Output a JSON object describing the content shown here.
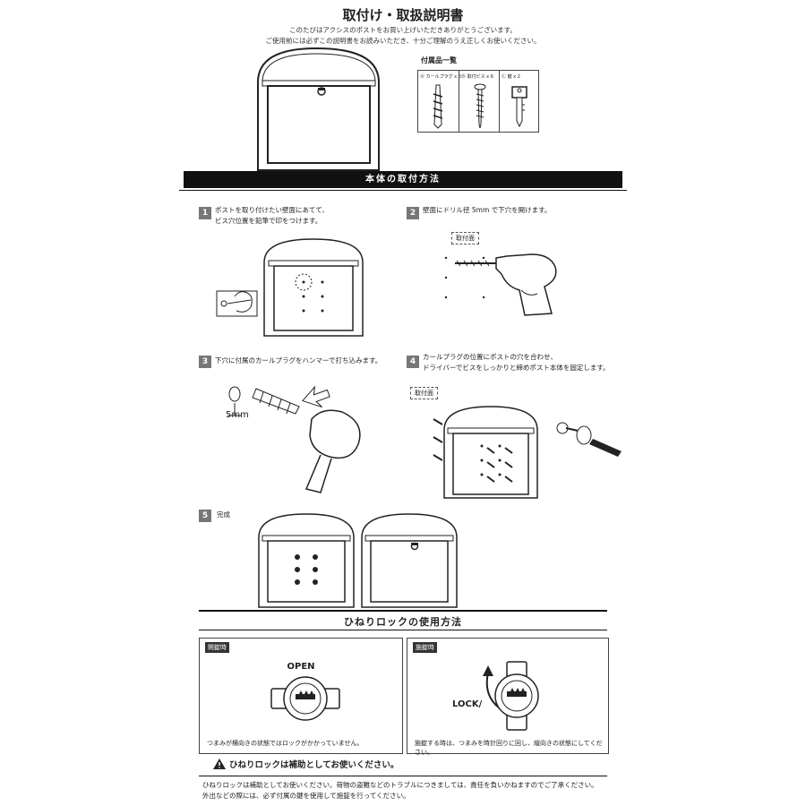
{
  "title": "取付け・取扱説明書",
  "intro": [
    "このたびはアクシスのポストをお買い上げいただきありがとうございます。",
    "ご使用前には必ずこの説明書をお読みいただき、十分ご理解のうえ正しくお使いください。"
  ],
  "parts": {
    "title": "付属品一覧",
    "items": [
      {
        "label": "Ⓐ カールプラグ x 6",
        "icon": "wall-plug-icon"
      },
      {
        "label": "Ⓑ 取付ビス x 6",
        "icon": "screw-icon"
      },
      {
        "label": "Ⓒ 鍵 x 2",
        "icon": "key-icon"
      }
    ]
  },
  "section1_title": "本体の取付方法",
  "steps": [
    {
      "num": "1",
      "lines": [
        "ポストを取り付けたい壁面にあてて、",
        "ビス穴位置を鉛筆で印をつけます。"
      ]
    },
    {
      "num": "2",
      "lines": [
        "壁面にドリル径 5mm で下穴を開けます。"
      ],
      "tag": "取付面"
    },
    {
      "num": "3",
      "lines": [
        "下穴に付属のカールプラグをハンマーで打ち込みます。"
      ],
      "dim": "5mm"
    },
    {
      "num": "4",
      "lines": [
        "カールプラグの位置にポストの穴を合わせ、",
        "ドライバーでビスをしっかりと締めポスト本体を固定します。"
      ],
      "tag": "取付面"
    },
    {
      "num": "5",
      "lines": [
        "完成"
      ]
    }
  ],
  "section2_title": "ひねりロックの使用方法",
  "lock_panels": [
    {
      "tag": "開錠時",
      "label": "OPEN",
      "caption": "つまみが横向きの状態ではロックがかかっていません。"
    },
    {
      "tag": "施錠時",
      "label": "LOCK",
      "caption": "施錠する時は、つまみを時計回りに回し、縦向きの状態にしてください。"
    }
  ],
  "caution": "ひねりロックは補助としてお使いください。",
  "notes": [
    "ひねりロックは補助としてお使いください。荷物の盗難などのトラブルにつきましては、責任を負いかねますのでご了承ください。",
    "外出などの際には、必ず付属の鍵を使用して施錠を行ってください。"
  ]
}
